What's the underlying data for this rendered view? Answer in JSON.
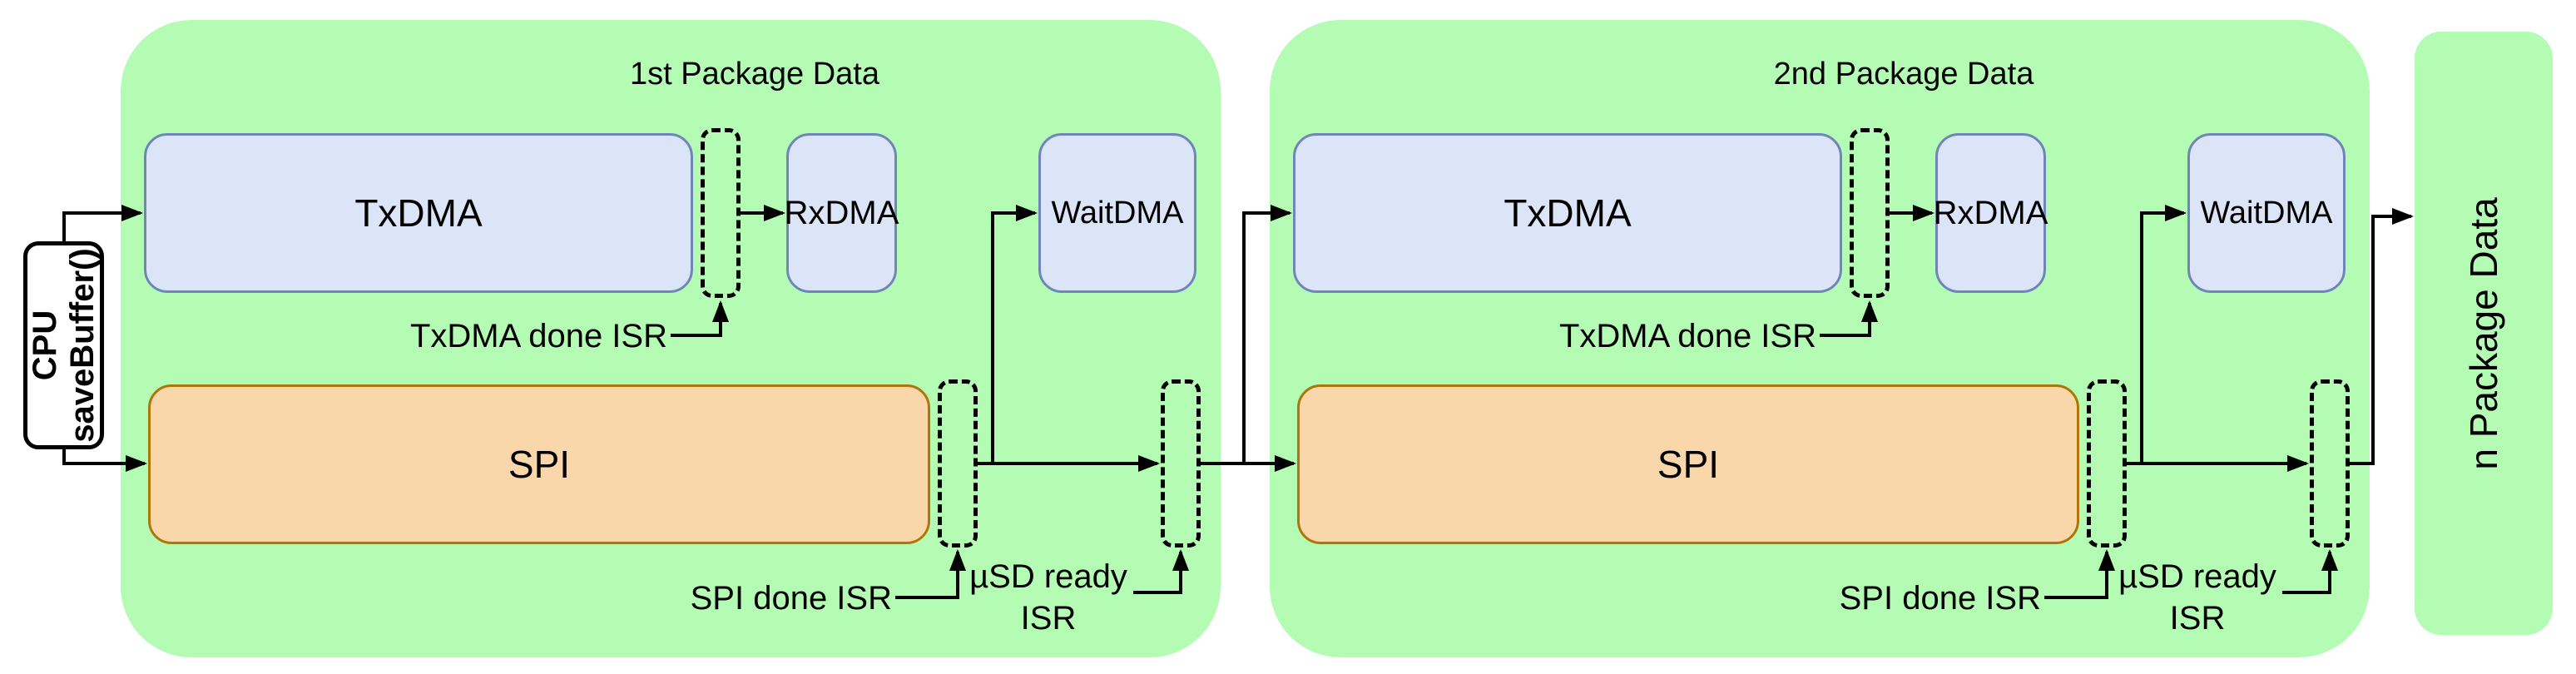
{
  "colors": {
    "green": "#b4fcb4",
    "blue_fill": "#dbe5f7",
    "blue_border": "#7086ba",
    "orange_fill": "#fad7ab",
    "orange_border": "#b07508",
    "line": "#000000"
  },
  "cpu": {
    "line1": "CPU",
    "line2": "saveBuffer()"
  },
  "packages": [
    {
      "title": "1st Package Data",
      "txdma": "TxDMA",
      "rxdma": "RxDMA",
      "waitdma": "WaitDMA",
      "spi": "SPI",
      "txdma_done": "TxDMA done ISR",
      "spi_done": "SPI done ISR",
      "usd_ready_l1": "µSD ready",
      "usd_ready_l2": "ISR"
    },
    {
      "title": "2nd Package Data",
      "txdma": "TxDMA",
      "rxdma": "RxDMA",
      "waitdma": "WaitDMA",
      "spi": "SPI",
      "txdma_done": "TxDMA done ISR",
      "spi_done": "SPI done ISR",
      "usd_ready_l1": "µSD ready",
      "usd_ready_l2": "ISR"
    }
  ],
  "n_package": {
    "label": "n Package Data"
  }
}
